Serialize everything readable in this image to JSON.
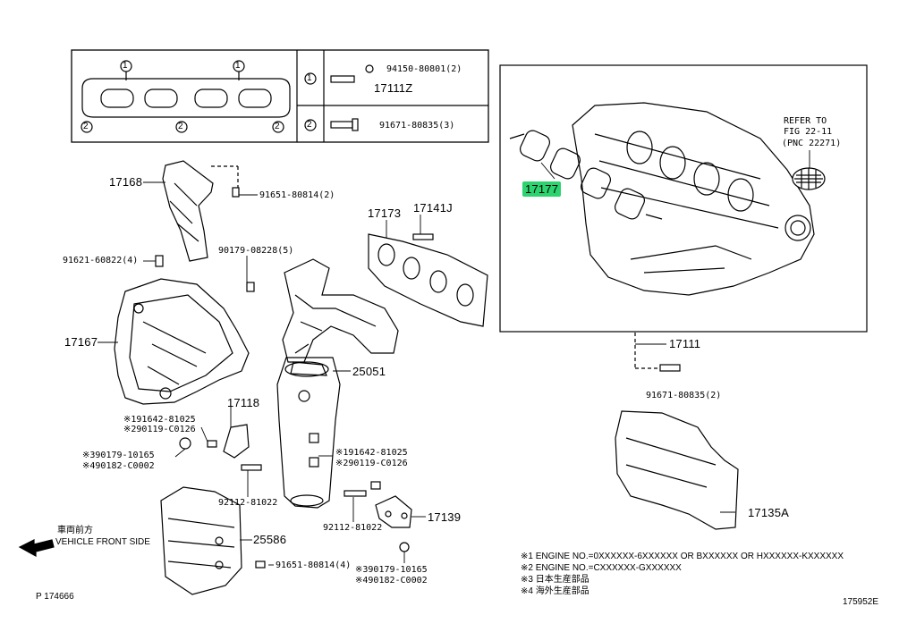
{
  "inset": {
    "circle_1": "1",
    "circle_2": "2",
    "rows": [
      {
        "num": "1",
        "part": "94150-80801(2)",
        "sub": "17111Z"
      },
      {
        "num": "2",
        "part": "91671-80835(3)"
      }
    ]
  },
  "parts": {
    "p17168": "17168",
    "p91651a": "91651-80814(2)",
    "p91621": "91621-60822(4)",
    "p90179a": "90179-08228(5)",
    "p17173": "17173",
    "p17141J": "17141J",
    "p17167": "17167",
    "p25051": "25051",
    "p17118": "17118",
    "n191642a": "※191642-81025",
    "n290119a": "※290119-C0126",
    "n390179a": "※390179-10165",
    "n490182a": "※490182-C0002",
    "n191642b": "※191642-81025",
    "n290119b": "※290119-C0126",
    "p92112a": "92112-81022",
    "p92112b": "92112-81022",
    "p17139": "17139",
    "p25586": "25586",
    "p91651b": "91651-80814(4)",
    "n390179b": "※390179-10165",
    "n490182b": "※490182-C0002",
    "p17177": "17177",
    "p17111": "17111",
    "p91671": "91671-80835(2)",
    "p17135A": "17135A",
    "refer_line1": "REFER TO",
    "refer_line2": "FIG 22-11",
    "refer_line3": "(PNC 22271)"
  },
  "front": {
    "jp": "車両前方",
    "en": "VEHICLE FRONT SIDE"
  },
  "notes": [
    "※1 ENGINE NO.=0XXXXXX-6XXXXXX OR BXXXXXX OR HXXXXXX-KXXXXXX",
    "※2 ENGINE NO.=CXXXXXX-GXXXXXX",
    "※3 日本生産部品",
    "※4 海外生産部品"
  ],
  "footer": {
    "left": "P 174666",
    "right": "175952E"
  },
  "colors": {
    "highlight": "#2dd36f",
    "line": "#000000"
  }
}
